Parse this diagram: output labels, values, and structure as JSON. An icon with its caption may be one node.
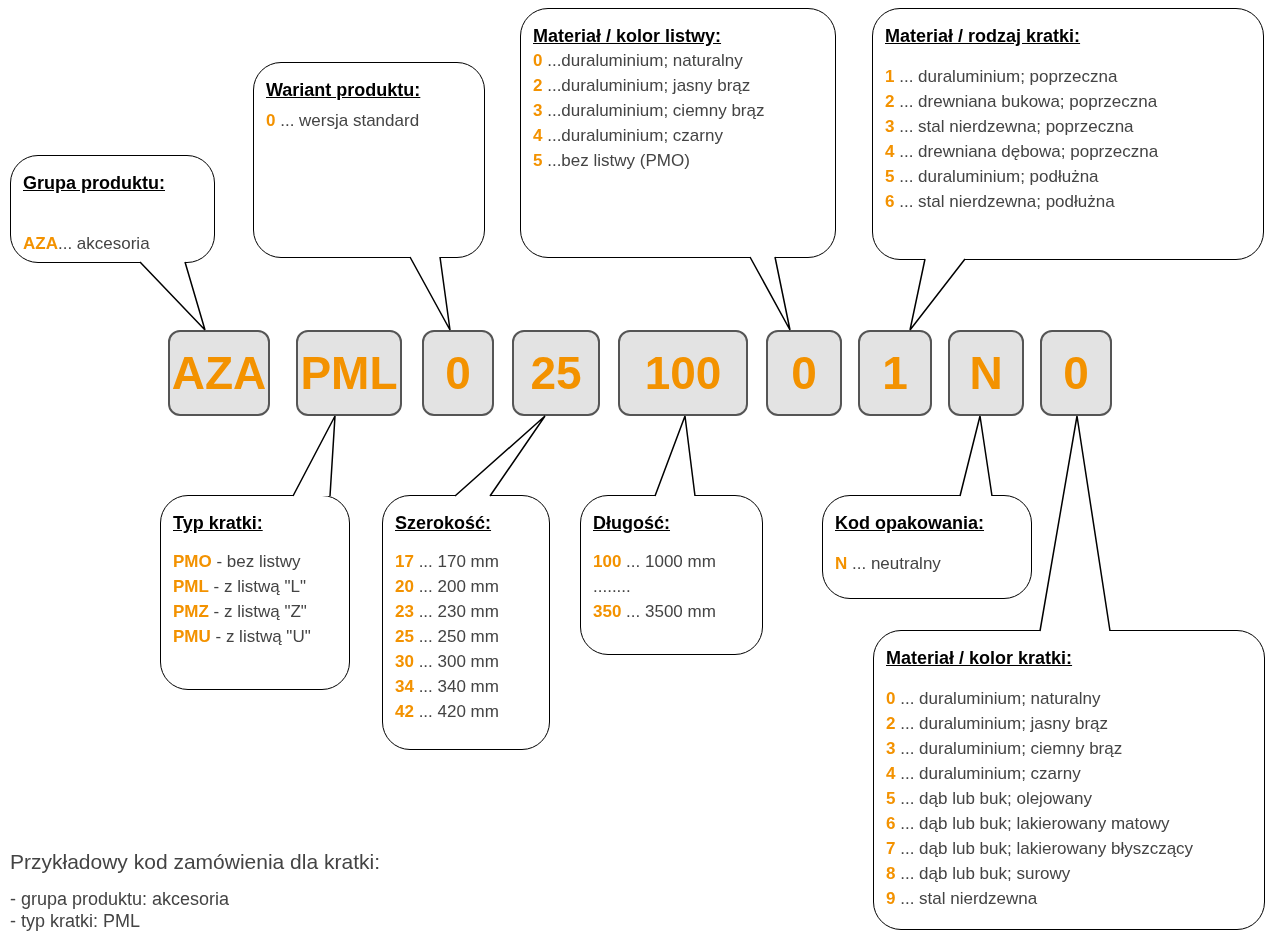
{
  "diagram": {
    "nodes": [
      {
        "text": [
          "Grupa produktu:",
          "**AZA**... akcesoria"
        ]
      },
      {
        "text": [
          "Wariant produktu:",
          "**0** ... wersja standard"
        ]
      },
      {
        "text": [
          "Materiał / kolor  listwy:",
          "**0** ...duraluminium; naturalny",
          "**2** ...duraluminium; jasny brąz",
          "**3** ...duraluminium; ciemny brąz",
          "**4** ...duraluminium; czarny",
          "**5** ...bez listwy (PMO)"
        ]
      },
      {
        "text": [
          "Materiał / rodzaj kratki:",
          "**1** ... duraluminium; poprzeczna",
          "**2** ... drewniana bukowa; poprzeczna",
          "**3** ... stal nierdzewna; poprzeczna",
          "**4** ... drewniana dębowa; poprzeczna",
          "**5** ... duraluminium; podłużna",
          "**6** ... stal nierdzewna; podłużna"
        ]
      },
      {
        "text": [
          "AZA"
        ]
      },
      {
        "text": [
          "PML"
        ]
      },
      {
        "text": [
          "0"
        ]
      },
      {
        "text": [
          "25"
        ]
      },
      {
        "text": [
          "100"
        ]
      },
      {
        "text": [
          "0"
        ]
      },
      {
        "text": [
          "1"
        ]
      },
      {
        "text": [
          "N"
        ]
      },
      {
        "text": [
          "0"
        ]
      },
      {
        "text": [
          "Typ kratki:",
          "**PMO**  - bez listwy",
          "**PML**  - z listwą \"L\"",
          "**PMZ**  - z listwą \"Z\"",
          "**PMU**  - z listwą \"U\""
        ]
      },
      {
        "text": [
          "Szerokość:",
          "**17** ... 170 mm",
          "**20** ... 200 mm",
          "**23** ... 230 mm",
          "**25** ... 250 mm",
          "**30** ... 300 mm",
          "**34** ... 340 mm",
          "**42** ... 420 mm"
        ]
      },
      {
        "text": [
          "Długość:",
          "**100** ... 1000 mm",
          "........",
          "**350** ... 3500 mm"
        ]
      },
      {
        "text": [
          "Kod opakowania:",
          "**N** ... neutralny"
        ]
      },
      {
        "text": [
          "Materiał / kolor kratki:",
          "**0** ... duraluminium; naturalny",
          "**2** ... duraluminium; jasny brąz",
          "**3** ... duraluminium; ciemny brąz",
          "**4** ... duraluminium; czarny",
          "**5** ... dąb lub buk; olejowany",
          "**6** ... dąb lub buk; lakierowany matowy",
          "**7** ... dąb lub buk; lakierowany błyszczący",
          "**8** ... dąb lub buk; surowy",
          "**9** ... stal nierdzewna"
        ]
      }
    ],
    "edges": [
      {
        "from": 0,
        "to": 4,
        "arrow": "none"
      },
      {
        "from": 1,
        "to": 6,
        "arrow": "none"
      },
      {
        "from": 2,
        "to": 9,
        "arrow": "none"
      },
      {
        "from": 3,
        "to": 10,
        "arrow": "none"
      },
      {
        "from": 13,
        "to": 5,
        "arrow": "none"
      },
      {
        "from": 14,
        "to": 7,
        "arrow": "none"
      },
      {
        "from": 15,
        "to": 8,
        "arrow": "none"
      },
      {
        "from": 16,
        "to": 11,
        "arrow": "none"
      },
      {
        "from": 17,
        "to": 12,
        "arrow": "none"
      }
    ],
    "labels": [
      "Przykładowy kod zamówienia dla kratki:",
      "- grupa produktu: akcesoria",
      "- typ kratki: PML"
    ]
  }
}
